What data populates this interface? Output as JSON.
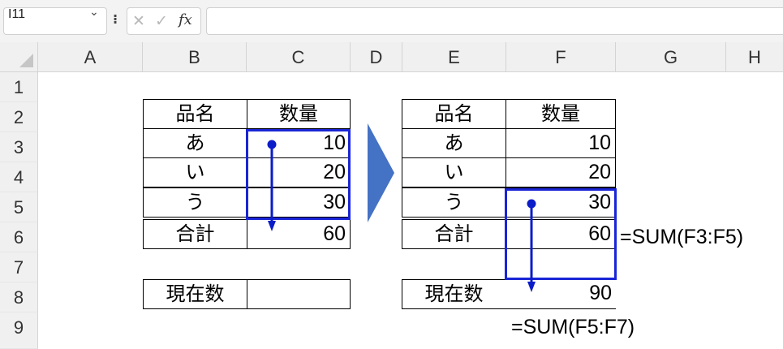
{
  "name_box": {
    "value": "I11",
    "arrow": "⌄"
  },
  "toolbar": {
    "more": "⁝",
    "cancel": "✕",
    "enter": "✓",
    "fx": "fx"
  },
  "formula_bar": {
    "value": ""
  },
  "columns": [
    "A",
    "B",
    "C",
    "D",
    "E",
    "F",
    "G",
    "H"
  ],
  "rows": [
    "1",
    "2",
    "3",
    "4",
    "5",
    "6",
    "7",
    "8",
    "9"
  ],
  "left_table": {
    "headers": {
      "item": "品名",
      "qty": "数量"
    },
    "rows": [
      {
        "item": "あ",
        "qty": "10"
      },
      {
        "item": "い",
        "qty": "20"
      },
      {
        "item": "う",
        "qty": "30"
      },
      {
        "item": "合計",
        "qty": "60"
      }
    ],
    "current": {
      "label": "現在数",
      "value": ""
    }
  },
  "right_table": {
    "headers": {
      "item": "品名",
      "qty": "数量"
    },
    "rows": [
      {
        "item": "あ",
        "qty": "10"
      },
      {
        "item": "い",
        "qty": "20"
      },
      {
        "item": "う",
        "qty": "30"
      },
      {
        "item": "合計",
        "qty": "60"
      }
    ],
    "current": {
      "label": "現在数",
      "value": "90"
    }
  },
  "annotations": {
    "total_formula": "=SUM(F3:F5)",
    "current_formula": "=SUM(F5:F7)"
  },
  "colors": {
    "range_box": "#1a25d6",
    "arrow": "#0b1cc9",
    "chevron": "#4472c4",
    "grid_border": "#000000",
    "header_bg": "#f0f0f0"
  }
}
